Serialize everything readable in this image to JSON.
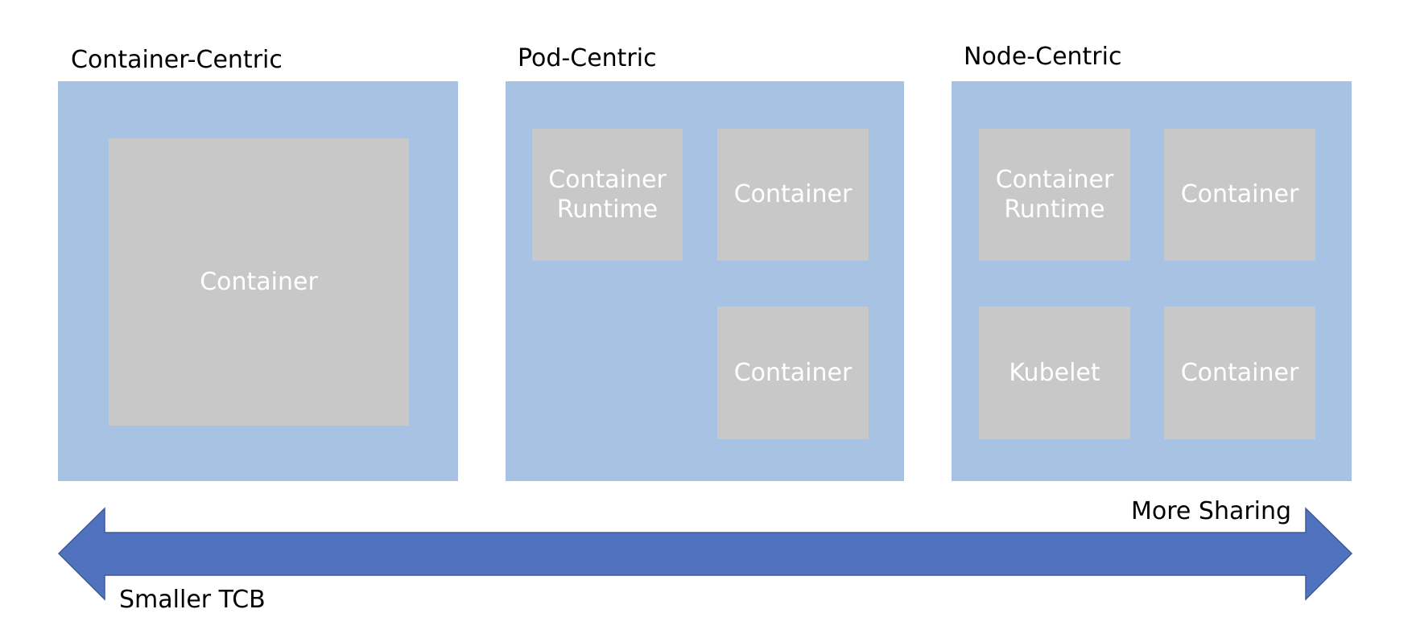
{
  "colors": {
    "panel": "#a7c2e3",
    "box": "#c8c8c8",
    "box_text": "#ffffff",
    "arrow_fill": "#5072bf",
    "arrow_stroke": "#3e5a9a"
  },
  "panels": [
    {
      "title": "Container-Centric",
      "boxes": [
        {
          "lines": [
            "Container"
          ]
        }
      ]
    },
    {
      "title": "Pod-Centric",
      "boxes": [
        {
          "lines": [
            "Container",
            "Runtime"
          ]
        },
        {
          "lines": [
            "Container"
          ]
        },
        {
          "lines": [
            "Container"
          ]
        }
      ]
    },
    {
      "title": "Node-Centric",
      "boxes": [
        {
          "lines": [
            "Container",
            "Runtime"
          ]
        },
        {
          "lines": [
            "Container"
          ]
        },
        {
          "lines": [
            "Kubelet"
          ]
        },
        {
          "lines": [
            "Container"
          ]
        }
      ]
    }
  ],
  "arrow": {
    "label_right": "More Sharing",
    "label_left": "Smaller TCB"
  }
}
